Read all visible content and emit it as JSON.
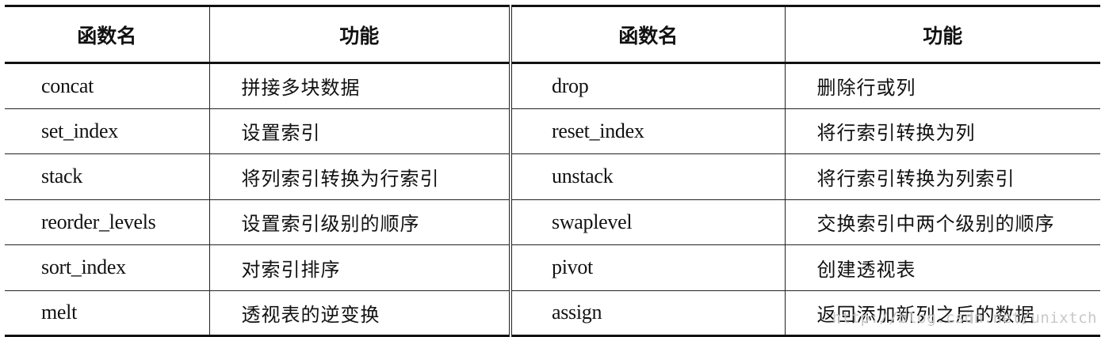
{
  "table": {
    "headers": [
      "函数名",
      "功能",
      "函数名",
      "功能"
    ],
    "rows": [
      [
        "concat",
        "拼接多块数据",
        "drop",
        "删除行或列"
      ],
      [
        "set_index",
        "设置索引",
        "reset_index",
        "将行索引转换为列"
      ],
      [
        "stack",
        "将列索引转换为行索引",
        "unstack",
        "将行索引转换为列索引"
      ],
      [
        "reorder_levels",
        "设置索引级别的顺序",
        "swaplevel",
        "交换索引中两个级别的顺序"
      ],
      [
        "sort_index",
        "对索引排序",
        "pivot",
        "创建透视表"
      ],
      [
        "melt",
        "透视表的逆变换",
        "assign",
        "返回添加新列之后的数据"
      ]
    ]
  },
  "watermark": "http://blog.csdn.net/unixtch"
}
